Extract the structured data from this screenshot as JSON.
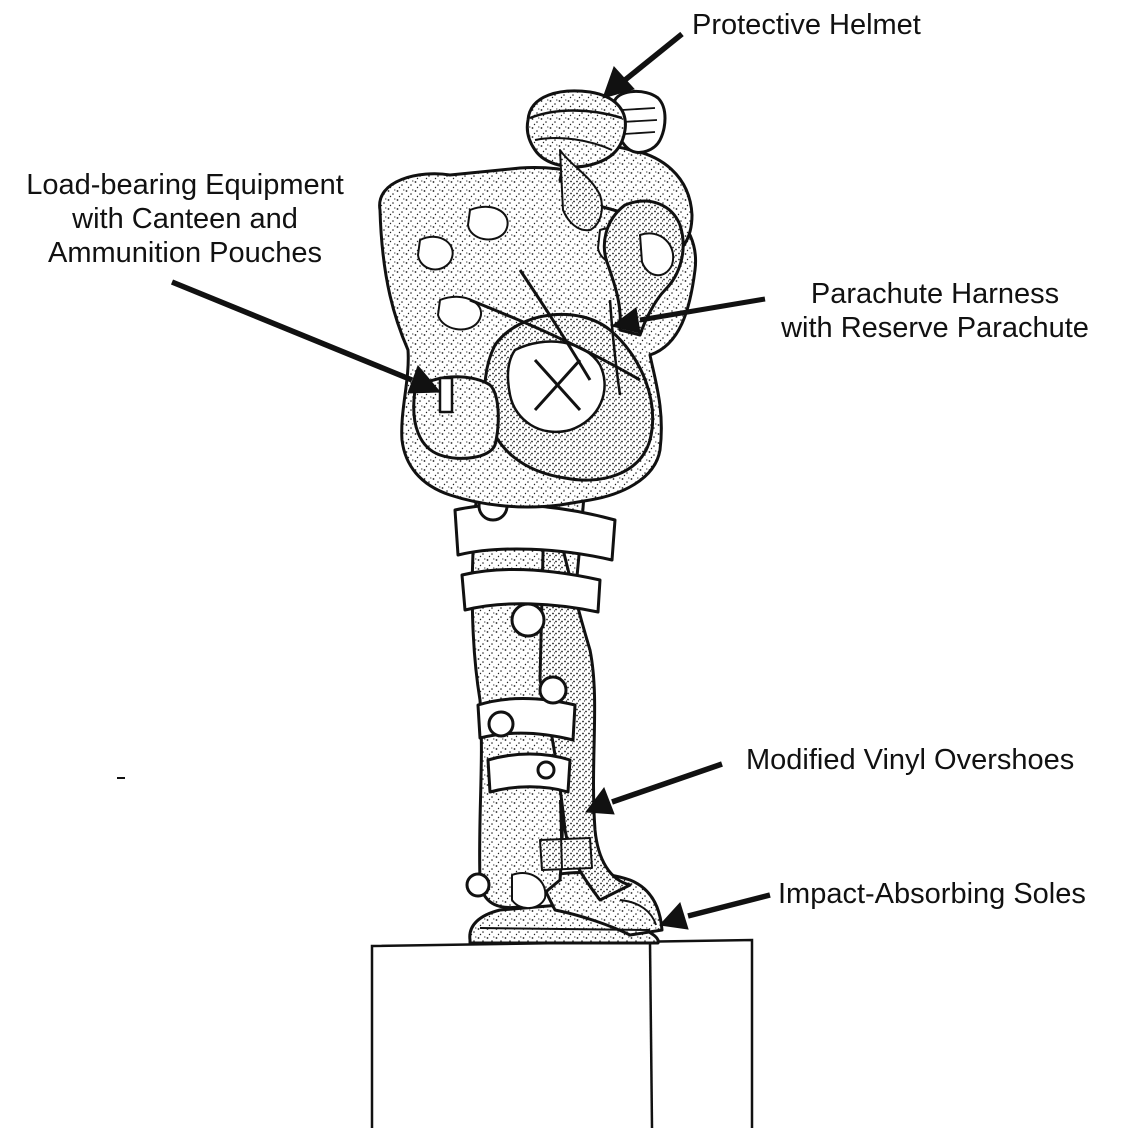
{
  "figure": {
    "subject": "paratrooper-figure",
    "colors": {
      "ink": "#111111",
      "background": "#ffffff"
    }
  },
  "labels": {
    "helmet": {
      "lines": [
        "Protective Helmet"
      ]
    },
    "load_bearing": {
      "lines": [
        "Load-bearing Equipment",
        "with Canteen and",
        "Ammunition Pouches"
      ]
    },
    "harness": {
      "lines": [
        "Parachute Harness",
        "with Reserve Parachute"
      ]
    },
    "overshoes": {
      "lines": [
        "Modified Vinyl Overshoes"
      ]
    },
    "soles": {
      "lines": [
        "Impact-Absorbing Soles"
      ]
    }
  }
}
